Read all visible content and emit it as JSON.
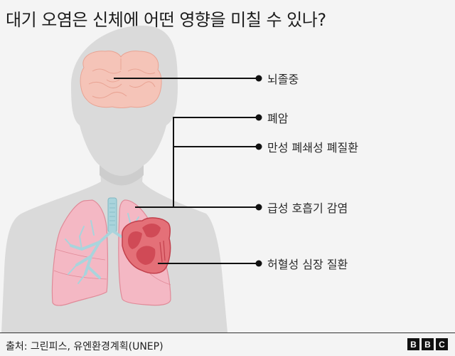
{
  "title": "대기 오염은 신체에 어떤 영향을 미칠 수 있나?",
  "labels": [
    {
      "text": "뇌졸중",
      "organ": "brain"
    },
    {
      "text": "폐암",
      "organ": "lungs"
    },
    {
      "text": "만성 폐쇄성 폐질환",
      "organ": "lungs"
    },
    {
      "text": "급성 호흡기 감염",
      "organ": "lungs"
    },
    {
      "text": "허혈성 심장 질환",
      "organ": "heart"
    }
  ],
  "footer": {
    "source": "출처: 그린피스, 유엔환경계획(UNEP)",
    "logo": [
      "B",
      "B",
      "C"
    ]
  },
  "colors": {
    "background": "#f4f4f4",
    "silhouette": "#dadada",
    "brain": "#f5c4b8",
    "lungs": "#f4b8c4",
    "airways": "#a9d4dc",
    "heart": "#d9525e",
    "lines": "#111111"
  }
}
